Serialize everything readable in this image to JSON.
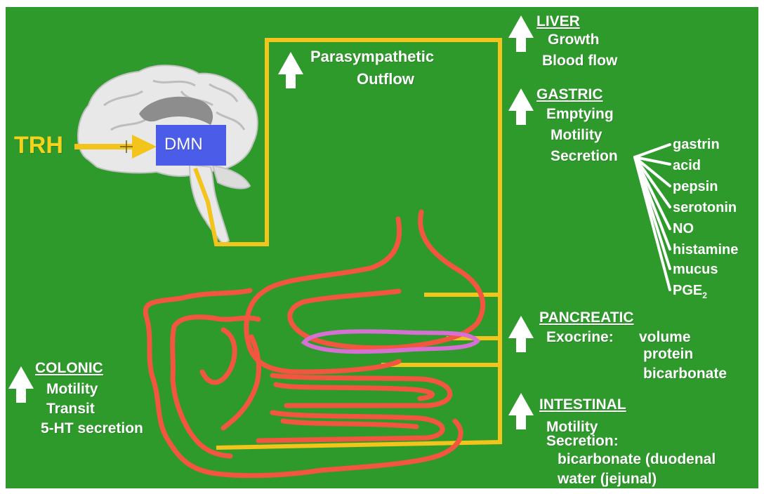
{
  "brain": {
    "trh_label": "TRH",
    "dmn_label": "DMN"
  },
  "outflow": {
    "line1": "Parasympathetic",
    "line2": "Outflow"
  },
  "liver": {
    "heading": "LIVER",
    "items": [
      "Growth",
      "Blood flow"
    ]
  },
  "gastric": {
    "heading": "GASTRIC",
    "items": [
      "Emptying",
      "Motility",
      "Secretion"
    ],
    "secretions": [
      "gastrin",
      "acid",
      "pepsin",
      "serotonin",
      "NO",
      "histamine",
      "mucus",
      "PGE"
    ],
    "pge_subscript": "2"
  },
  "pancreatic": {
    "heading": "PANCREATIC",
    "label": "Exocrine:",
    "items": [
      "volume",
      "protein",
      "bicarbonate"
    ]
  },
  "intestinal": {
    "heading": "INTESTINAL",
    "items": [
      "Motility",
      "Secretion:",
      "bicarbonate (duodenal",
      "water (jejunal)"
    ]
  },
  "colonic": {
    "heading": "COLONIC",
    "items": [
      "Motility",
      "Transit",
      "5-HT secretion"
    ]
  },
  "colors": {
    "background": "#2f9a2c",
    "nerve": "#f2c41c",
    "gut": "#f25540",
    "pancreas": "#d86fd4",
    "dmn_box": "#4b5de8"
  }
}
